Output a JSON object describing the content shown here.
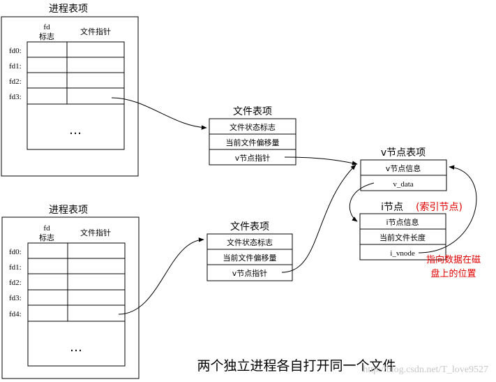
{
  "process_table_1": {
    "title": "进程表项",
    "col_fd": "fd",
    "col_flags": "标志",
    "col_ptr": "文件指针",
    "rows": [
      "fd0:",
      "fd1:",
      "fd2:",
      "fd3:"
    ],
    "ellipsis": "…"
  },
  "process_table_2": {
    "title": "进程表项",
    "col_fd": "fd",
    "col_flags": "标志",
    "col_ptr": "文件指针",
    "rows": [
      "fd0:",
      "fd1:",
      "fd2:",
      "fd3:",
      "fd4:"
    ],
    "ellipsis": "…"
  },
  "file_table_1": {
    "title": "文件表项",
    "rows": [
      "文件状态标志",
      "当前文件偏移量",
      "v节点指针"
    ]
  },
  "file_table_2": {
    "title": "文件表项",
    "rows": [
      "文件状态标志",
      "当前文件偏移量",
      "v节点指针"
    ]
  },
  "vnode_table": {
    "title": "v节点表项",
    "rows": [
      "v节点信息",
      "v_data"
    ]
  },
  "inode": {
    "title": "i节点",
    "subtitle": "(索引节点)",
    "rows": [
      "i节点信息",
      "当前文件长度",
      "i_vnode"
    ]
  },
  "annotation": {
    "line1": "指向数据在磁",
    "line2": "盘上的位置",
    "color": "#e00000"
  },
  "caption": "两个独立进程各自打开同一个文件",
  "watermark": "http://blog.csdn.net/T_love9527"
}
